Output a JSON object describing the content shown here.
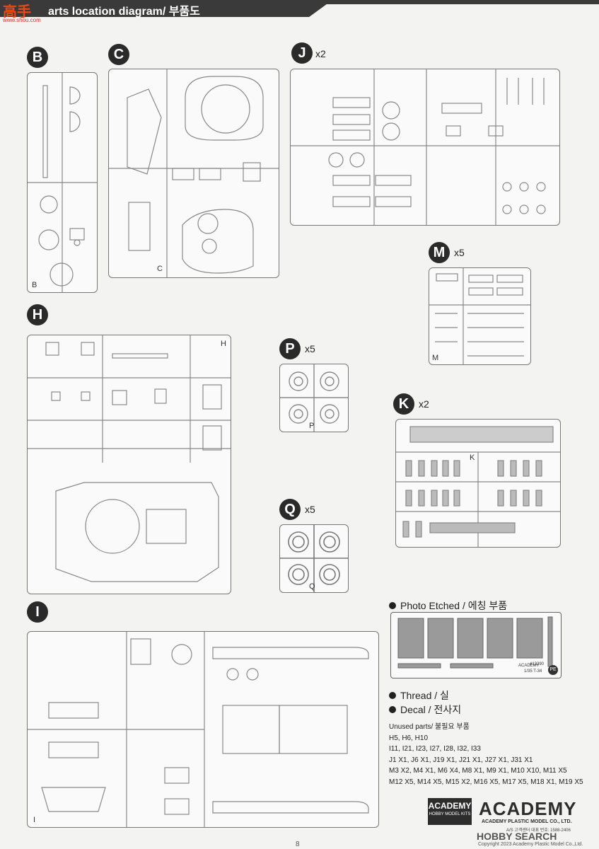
{
  "header": {
    "title": "arts location diagram/ 부품도"
  },
  "watermark": {
    "big": "高手",
    "small": "www.shou.com"
  },
  "sprues": [
    {
      "letter": "B",
      "multiplier": "",
      "corner": "B"
    },
    {
      "letter": "C",
      "multiplier": "",
      "corner": "C"
    },
    {
      "letter": "J",
      "multiplier": "x2",
      "corner": ""
    },
    {
      "letter": "M",
      "multiplier": "x5",
      "corner": "M"
    },
    {
      "letter": "H",
      "multiplier": "",
      "corner": "H"
    },
    {
      "letter": "P",
      "multiplier": "x5",
      "corner": "P"
    },
    {
      "letter": "K",
      "multiplier": "x2",
      "corner": "K"
    },
    {
      "letter": "Q",
      "multiplier": "x5",
      "corner": "Q"
    },
    {
      "letter": "I",
      "multiplier": "",
      "corner": "I"
    }
  ],
  "legend": {
    "photo_etched": "Photo Etched / 에칭 부품",
    "thread": "Thread / 실",
    "decal": "Decal / 전사지"
  },
  "pe_fret": {
    "code": "#13290",
    "scale": "1/35 T-34",
    "badge": "PE",
    "brand": "ACADEMY"
  },
  "unused": {
    "title": "Unused parts/ 불필요 부품",
    "lines": [
      "H5, H6, H10",
      "I11, I21, I23, I27, I28, I32, I33",
      "J1 X1, J6 X1, J19 X1, J21 X1, J27 X1, J31 X1",
      "M3 X2, M4 X1, M6 X4, M8 X1, M9 X1, M10 X10, M11 X5",
      "M12 X5, M14 X5, M15 X2, M16 X5, M17 X5, M18 X1, M19 X5"
    ]
  },
  "brand": {
    "box_line1": "ACADEMY",
    "box_line2": "HOBBY MODEL KITS",
    "name": "ACADEMY",
    "company": "ACADEMY PLASTIC MODEL CO., LTD.",
    "as_line": "A/S 고객센터 대표 번호: 1588-2406"
  },
  "footer": {
    "hobby": "HOBBY SEARCH",
    "copyright": "Copyright 2023 Academy Plastic Model Co.,Ltd.",
    "page": "8"
  }
}
